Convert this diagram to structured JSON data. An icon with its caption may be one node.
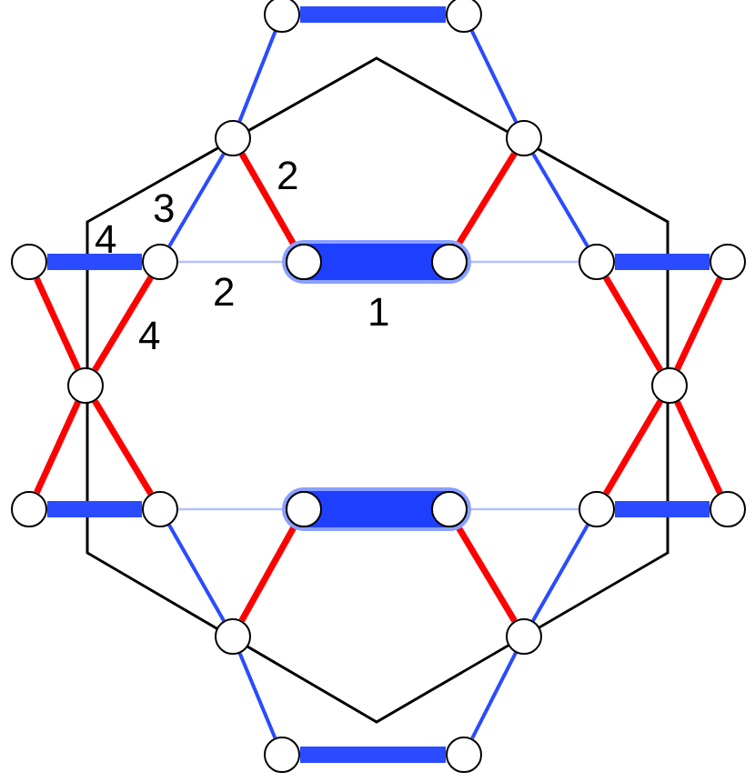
{
  "diagram": {
    "nodes": [
      {
        "text": [],
        "shape": "circle"
      },
      {
        "text": [],
        "shape": "circle"
      },
      {
        "text": [],
        "shape": "circle"
      },
      {
        "text": [],
        "shape": "circle"
      },
      {
        "text": [],
        "shape": "circle"
      },
      {
        "text": [],
        "shape": "circle"
      },
      {
        "text": [],
        "shape": "bar"
      },
      {
        "text": [],
        "shape": "circle",
        "in": 6
      },
      {
        "text": [],
        "shape": "circle",
        "in": 6
      },
      {
        "text": [],
        "shape": "circle"
      },
      {
        "text": [],
        "shape": "circle"
      },
      {
        "text": [],
        "shape": "circle"
      },
      {
        "text": [],
        "shape": "circle"
      },
      {
        "text": [],
        "shape": "circle"
      },
      {
        "text": [],
        "shape": "circle"
      },
      {
        "text": [],
        "shape": "bar"
      },
      {
        "text": [],
        "shape": "circle",
        "in": 15
      },
      {
        "text": [],
        "shape": "circle",
        "in": 15
      },
      {
        "text": [],
        "shape": "circle"
      },
      {
        "text": [],
        "shape": "circle"
      },
      {
        "text": [],
        "shape": "circle"
      },
      {
        "text": [],
        "shape": "circle"
      },
      {
        "text": [],
        "shape": "circle"
      },
      {
        "text": [],
        "shape": "circle"
      }
    ],
    "edges": [
      {
        "from": 0,
        "to": 1,
        "arrow": "none",
        "style": "thick"
      },
      {
        "from": 0,
        "to": 2,
        "arrow": "none"
      },
      {
        "from": 1,
        "to": 3,
        "arrow": "none"
      },
      {
        "from": 2,
        "to": 5,
        "arrow": "none"
      },
      {
        "from": 2,
        "to": 7,
        "arrow": "none",
        "color": "#ff0000"
      },
      {
        "from": 3,
        "to": 8,
        "arrow": "none",
        "color": "#ff0000"
      },
      {
        "from": 3,
        "to": 9,
        "arrow": "none"
      },
      {
        "from": 4,
        "to": 5,
        "arrow": "none",
        "style": "thick"
      },
      {
        "from": 5,
        "to": 7,
        "arrow": "none",
        "color": "#b3c0ff"
      },
      {
        "from": 8,
        "to": 9,
        "arrow": "none",
        "color": "#b3c0ff"
      },
      {
        "from": 9,
        "to": 10,
        "arrow": "none",
        "style": "thick"
      },
      {
        "from": 4,
        "to": 11,
        "arrow": "none",
        "color": "#ff0000"
      },
      {
        "from": 5,
        "to": 11,
        "arrow": "none",
        "color": "#ff0000"
      },
      {
        "from": 9,
        "to": 12,
        "arrow": "none",
        "color": "#ff0000"
      },
      {
        "from": 10,
        "to": 12,
        "arrow": "none",
        "color": "#ff0000"
      },
      {
        "from": 11,
        "to": 13,
        "arrow": "none",
        "color": "#ff0000"
      },
      {
        "from": 11,
        "to": 14,
        "arrow": "none",
        "color": "#ff0000"
      },
      {
        "from": 12,
        "to": 18,
        "arrow": "none",
        "color": "#ff0000"
      },
      {
        "from": 12,
        "to": 19,
        "arrow": "none",
        "color": "#ff0000"
      },
      {
        "from": 13,
        "to": 14,
        "arrow": "none",
        "style": "thick"
      },
      {
        "from": 14,
        "to": 16,
        "arrow": "none",
        "color": "#b3c0ff"
      },
      {
        "from": 17,
        "to": 18,
        "arrow": "none",
        "color": "#b3c0ff"
      },
      {
        "from": 18,
        "to": 19,
        "arrow": "none",
        "style": "thick"
      },
      {
        "from": 14,
        "to": 20,
        "arrow": "none"
      },
      {
        "from": 16,
        "to": 20,
        "arrow": "none",
        "color": "#ff0000"
      },
      {
        "from": 17,
        "to": 21,
        "arrow": "none",
        "color": "#ff0000"
      },
      {
        "from": 18,
        "to": 21,
        "arrow": "none"
      },
      {
        "from": 20,
        "to": 22,
        "arrow": "none"
      },
      {
        "from": 21,
        "to": 23,
        "arrow": "none"
      },
      {
        "from": 22,
        "to": 23,
        "arrow": "none",
        "style": "thick"
      }
    ],
    "labels": [
      "2",
      "3",
      "4",
      "2",
      "4",
      "1"
    ]
  }
}
